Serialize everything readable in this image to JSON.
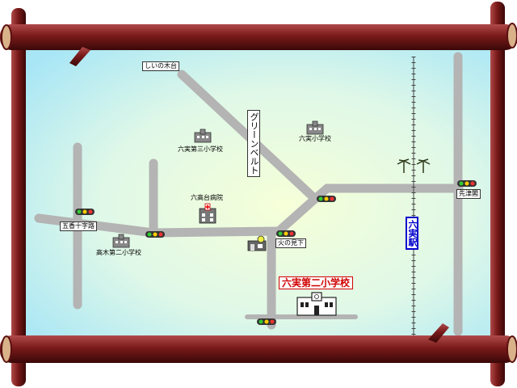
{
  "map": {
    "places": {
      "shiinokidai": "しいの木台",
      "green_belt": "グリーンベルト",
      "rokujitsu_daisan": "六実第三小学校",
      "rokujitsu_sho": "六実小学校",
      "hospital": "六高台病院",
      "gokajujiro": "五香十字路",
      "takagi_daini": "高木第二小学校",
      "hinomishita": "火の見下",
      "shinbashi": "先津閣",
      "station": "六実駅",
      "main_school": "六実第二小学校"
    },
    "colors": {
      "water": "#bff0f8",
      "road": "#b4b4b4",
      "frame": "#7a1a1a",
      "station_blue": "#0000cc",
      "school_red": "#d00000"
    }
  }
}
